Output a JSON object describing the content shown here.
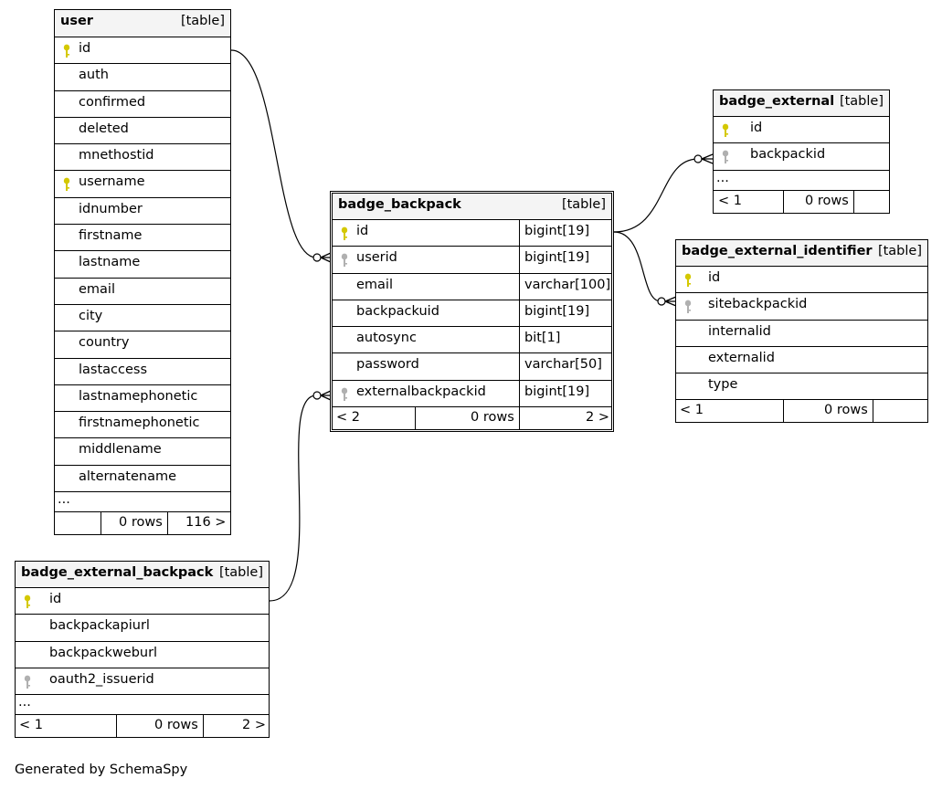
{
  "tables": {
    "user": {
      "name": "user",
      "type": "[table]",
      "columns": [
        "id",
        "auth",
        "confirmed",
        "deleted",
        "mnethostid",
        "username",
        "idnumber",
        "firstname",
        "lastname",
        "email",
        "city",
        "country",
        "lastaccess",
        "lastnamephonetic",
        "firstnamephonetic",
        "middlename",
        "alternatename"
      ],
      "more": "...",
      "rows": "0 rows",
      "children": "116 >"
    },
    "badge_external_backpack": {
      "name": "badge_external_backpack",
      "type": "[table]",
      "columns": [
        "id",
        "backpackapiurl",
        "backpackweburl",
        "oauth2_issuerid"
      ],
      "more": "...",
      "parents": "< 1",
      "rows": "0 rows",
      "children": "2 >"
    },
    "badge_backpack": {
      "name": "badge_backpack",
      "type": "[table]",
      "columns": [
        {
          "name": "id",
          "type": "bigint[19]"
        },
        {
          "name": "userid",
          "type": "bigint[19]"
        },
        {
          "name": "email",
          "type": "varchar[100]"
        },
        {
          "name": "backpackuid",
          "type": "bigint[19]"
        },
        {
          "name": "autosync",
          "type": "bit[1]"
        },
        {
          "name": "password",
          "type": "varchar[50]"
        },
        {
          "name": "externalbackpackid",
          "type": "bigint[19]"
        }
      ],
      "parents": "< 2",
      "rows": "0 rows",
      "children": "2 >"
    },
    "badge_external": {
      "name": "badge_external",
      "type": "[table]",
      "columns": [
        "id",
        "backpackid"
      ],
      "more": "...",
      "parents": "< 1",
      "rows": "0 rows"
    },
    "badge_external_identifier": {
      "name": "badge_external_identifier",
      "type": "[table]",
      "columns": [
        "id",
        "sitebackpackid",
        "internalid",
        "externalid",
        "type"
      ],
      "parents": "< 1",
      "rows": "0 rows"
    }
  },
  "key_colors": {
    "primary": "#d4c800",
    "foreign": "#b0b0b0"
  },
  "footer": "Generated by SchemaSpy"
}
